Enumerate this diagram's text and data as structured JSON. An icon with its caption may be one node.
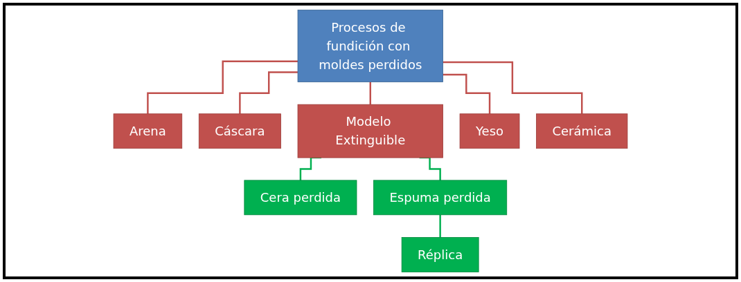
{
  "diagram": {
    "nodes": [
      {
        "text": [
          "Procesos de fundición con moldes perdidos"
        ]
      },
      {
        "text": [
          "Arena"
        ]
      },
      {
        "text": [
          "Cáscara"
        ]
      },
      {
        "text": [
          "Modelo Extinguible"
        ]
      },
      {
        "text": [
          "Yeso"
        ]
      },
      {
        "text": [
          "Cerámica"
        ]
      },
      {
        "text": [
          "Cera perdida"
        ]
      },
      {
        "text": [
          "Espuma perdida"
        ]
      },
      {
        "text": [
          "Réplica"
        ]
      }
    ],
    "edges": [
      {
        "from": 0,
        "to": 1,
        "arrow": "none"
      },
      {
        "from": 0,
        "to": 2,
        "arrow": "none"
      },
      {
        "from": 0,
        "to": 3,
        "arrow": "none"
      },
      {
        "from": 0,
        "to": 4,
        "arrow": "none"
      },
      {
        "from": 0,
        "to": 5,
        "arrow": "none"
      },
      {
        "from": 3,
        "to": 6,
        "arrow": "none",
        "color": "#00b050"
      },
      {
        "from": 3,
        "to": 7,
        "arrow": "none",
        "color": "#00b050"
      },
      {
        "from": 7,
        "to": 8,
        "arrow": "none",
        "color": "#00b050"
      }
    ]
  }
}
